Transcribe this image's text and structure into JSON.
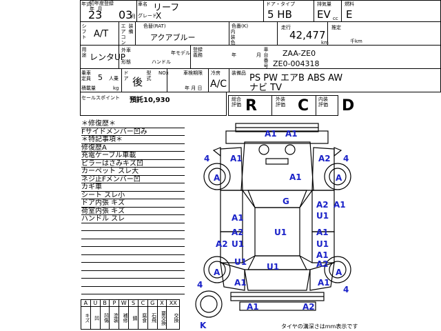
{
  "row1": {
    "reg_label": "初年度登録\n年  月",
    "year_label": "年式",
    "year": "23",
    "month": "03",
    "month_suffix": "月",
    "name_label": "車名",
    "name": "リーフ",
    "grade_label": "グレード",
    "grade": "X",
    "doors_label": "ドア・タイプ",
    "doors": "5 HB",
    "fuel_label": "燃料",
    "displacement_label": "排気量",
    "fuel": "EV",
    "cc": "cc",
    "fuel_type": "E"
  },
  "row2": {
    "shift_label": "シフト",
    "shift": "A/T",
    "ac_label": "エアコン",
    "ac_vals": "装備",
    "color_label": "色替(RAT)",
    "color": "アクアブルー",
    "color_code_label": "色番(K)",
    "color_code_vals": "内装色",
    "mileage_label": "走行",
    "mileage": "42,477",
    "mileage_unit": "km",
    "estimate_label": "推定",
    "estimate_unit": "千km"
  },
  "row3": {
    "rent_label": "用途",
    "rent": "レンタUP",
    "outside_label": "外車",
    "model_label": "年モデル",
    "hand_label": "ハンドル",
    "shape_label": "形態",
    "regist_label": "登録\n義務",
    "year_label": "年",
    "month_label": "月",
    "chassis_label": "車台番号",
    "chassis_code": "ZAA-ZE0",
    "chassis_number": "ZE0-004318"
  },
  "row4": {
    "seats_label": "乗車定員",
    "seats": "5",
    "seats_unit": "人乗",
    "load_label": "積載量",
    "load_unit": "kg",
    "door_label": "ドア",
    "rear": "後",
    "model_label": "型式",
    "nox": "NOx",
    "inspection_label": "車検期限",
    "inspection_units": "年  月  日",
    "cooler_label": "冷房",
    "cooler": "A/C",
    "equip_label": "装備品",
    "equip_line1": "PS PW エアB ABS AW",
    "equip_line2": "ナビ TV"
  },
  "sales": {
    "label": "セールスポイント",
    "value": "預託10,930"
  },
  "scores": {
    "overall_label": "総合評価",
    "overall": "R",
    "exterior_label": "外装評価",
    "exterior": "C",
    "interior_label": "内装評価",
    "interior": "D"
  },
  "history": [
    "＊修復歴＊",
    "Fサイドメンバー凹み",
    "＊特記事項＊",
    "修復歴A",
    "充電ケーブル車載",
    "ピラーはさみキズ凹",
    "カーペット スレ大",
    "ネジ止Fメンバー凹",
    "カギ車",
    "シート スレ小",
    "ドア内張 キズ",
    "荷室内張 キズ",
    "ハンドル スレ"
  ],
  "legend": {
    "headers": [
      "A",
      "U",
      "B",
      "P",
      "W",
      "S",
      "C",
      "G",
      "X",
      "XX"
    ],
    "meanings": [
      "キズ",
      "凹",
      "凹傷",
      "塗装",
      "補修",
      "錆",
      "腐食",
      "石飛",
      "要交換",
      "交換"
    ]
  },
  "diagram": {
    "tire_unit_note": "タイヤの溝深さはmm表示です",
    "labels": [
      {
        "id": "top-a1-left",
        "text": "A1"
      },
      {
        "id": "top-a1-right",
        "text": "A1"
      },
      {
        "id": "fl-4",
        "text": "4"
      },
      {
        "id": "fl-a1",
        "text": "A1"
      },
      {
        "id": "fr-a2",
        "text": "A2"
      },
      {
        "id": "fr-4",
        "text": "4"
      },
      {
        "id": "fl-a",
        "text": "A"
      },
      {
        "id": "fr-a",
        "text": "A"
      },
      {
        "id": "hood-a1",
        "text": "A1"
      },
      {
        "id": "g",
        "text": "G"
      },
      {
        "id": "r-a2",
        "text": "A2"
      },
      {
        "id": "r-a1",
        "text": "A1"
      },
      {
        "id": "r-u1a",
        "text": "U1"
      },
      {
        "id": "l-a1",
        "text": "A1"
      },
      {
        "id": "roof-u1",
        "text": "U1"
      },
      {
        "id": "r-a1b",
        "text": "A1"
      },
      {
        "id": "l-a2",
        "text": "A2"
      },
      {
        "id": "r-u1b",
        "text": "U1"
      },
      {
        "id": "ll-a2",
        "text": "A2"
      },
      {
        "id": "l-u1",
        "text": "U1"
      },
      {
        "id": "r-a1c",
        "text": "A1"
      },
      {
        "id": "rl-u1",
        "text": "U1"
      },
      {
        "id": "trunk-u1",
        "text": "U1"
      },
      {
        "id": "rr-a2",
        "text": "A2"
      },
      {
        "id": "rl-a",
        "text": "A"
      },
      {
        "id": "rr-a",
        "text": "A"
      },
      {
        "id": "rl-a1",
        "text": "A1"
      },
      {
        "id": "rr-a1",
        "text": "A1"
      },
      {
        "id": "rl-4",
        "text": "4"
      },
      {
        "id": "rr-4",
        "text": "4"
      },
      {
        "id": "bot-a1",
        "text": "A1"
      },
      {
        "id": "bot-a2",
        "text": "A2"
      },
      {
        "id": "spare-k",
        "text": "K"
      }
    ]
  }
}
